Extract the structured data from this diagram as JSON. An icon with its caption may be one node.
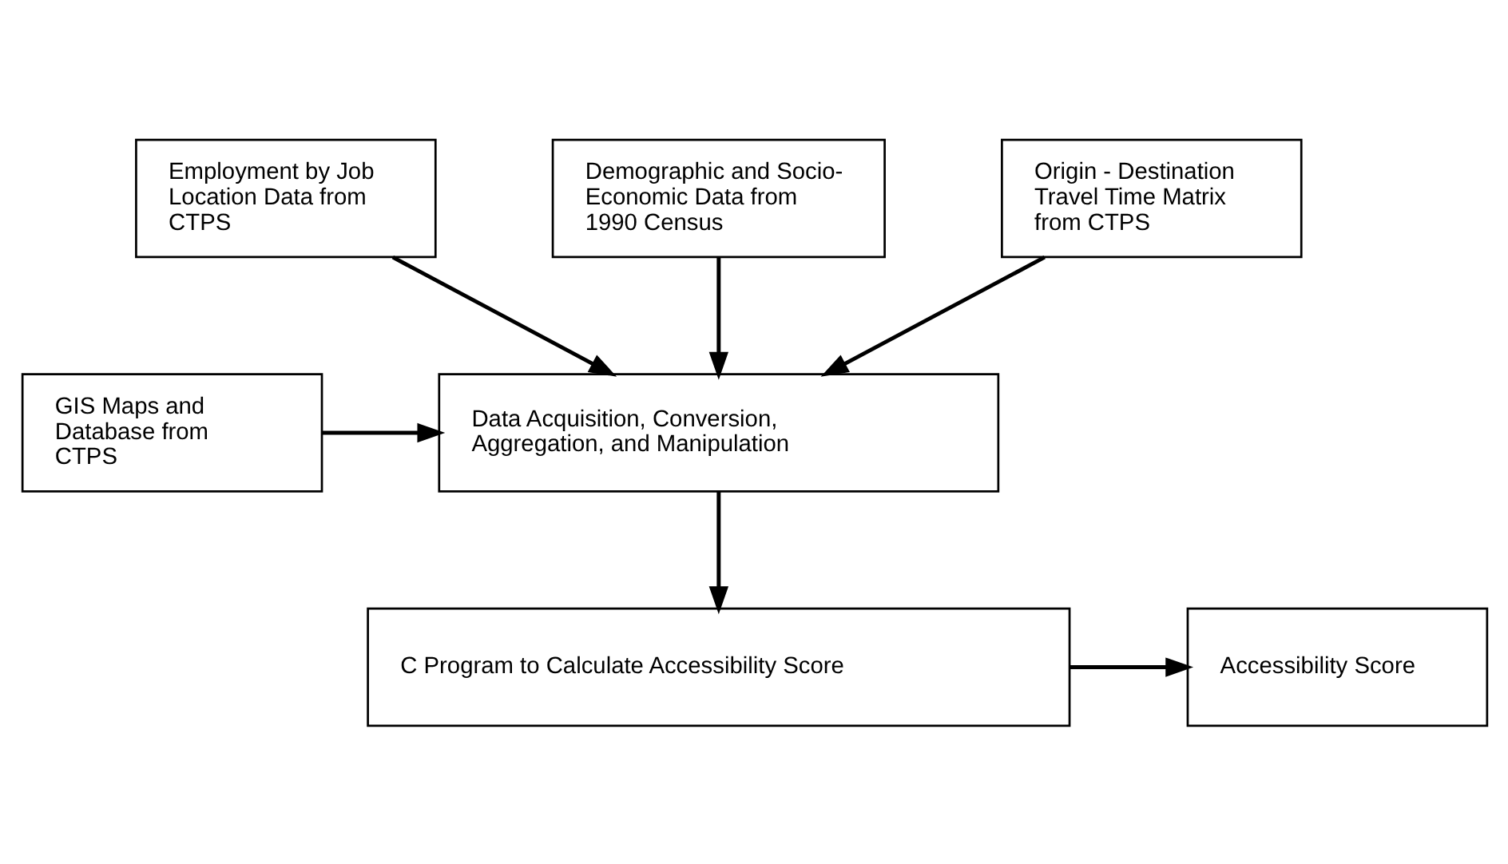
{
  "diagram": {
    "nodes": [
      {
        "text": [
          "Employment by Job Location Data from CTPS"
        ]
      },
      {
        "text": [
          "Demographic and Socio-Economic Data from 1990 Census"
        ]
      },
      {
        "text": [
          "Origin - Destination Travel Time Matrix from CTPS"
        ]
      },
      {
        "text": [
          "GIS Maps and Database from CTPS"
        ]
      },
      {
        "text": [
          "Data Acquisition, Conversion, Aggregation, and Manipulation"
        ]
      },
      {
        "text": [
          "C Program to Calculate Accessibility Score"
        ]
      },
      {
        "text": [
          "Accessibility Score"
        ]
      }
    ],
    "edges": [
      {
        "from": 0,
        "to": 4,
        "arrow": "to"
      },
      {
        "from": 1,
        "to": 4,
        "arrow": "to"
      },
      {
        "from": 2,
        "to": 4,
        "arrow": "to"
      },
      {
        "from": 3,
        "to": 4,
        "arrow": "to"
      },
      {
        "from": 4,
        "to": 5,
        "arrow": "to"
      },
      {
        "from": 5,
        "to": 6,
        "arrow": "to"
      }
    ]
  }
}
